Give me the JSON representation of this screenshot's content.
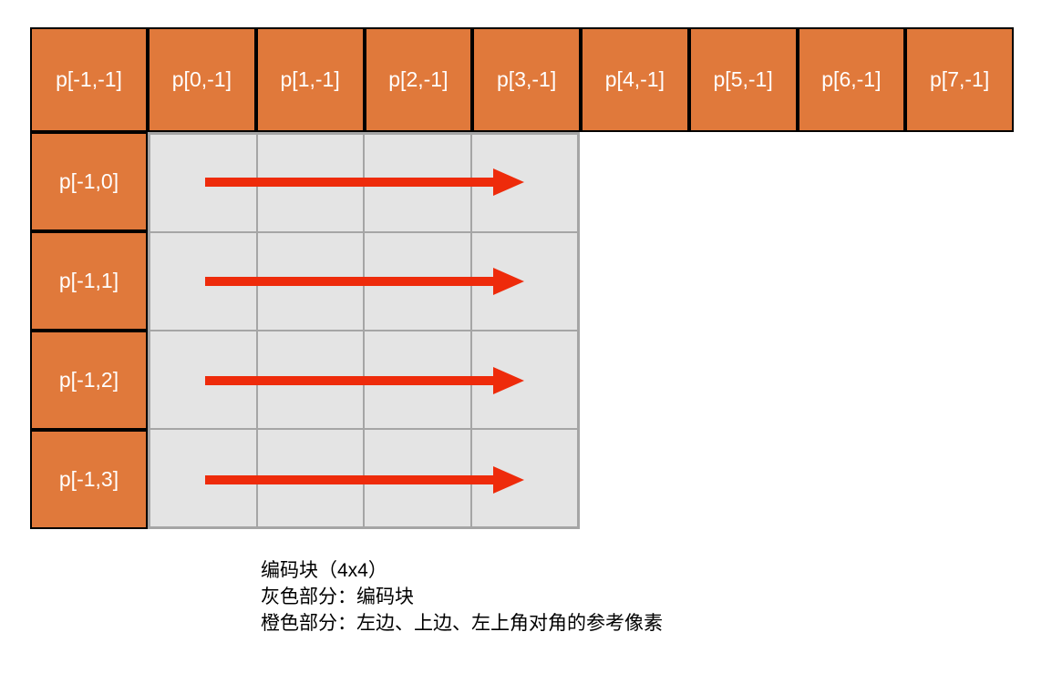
{
  "reference_pixels": {
    "top_row": [
      "p[-1,-1]",
      "p[0,-1]",
      "p[1,-1]",
      "p[2,-1]",
      "p[3,-1]",
      "p[4,-1]",
      "p[5,-1]",
      "p[6,-1]",
      "p[7,-1]"
    ],
    "left_column": [
      "p[-1,0]",
      "p[-1,1]",
      "p[-1,2]",
      "p[-1,3]"
    ]
  },
  "coding_block": {
    "rows": 4,
    "cols": 4,
    "arrow_count": 4,
    "arrow_direction": "right"
  },
  "caption": {
    "lines": [
      "编码块（4x4）",
      "灰色部分：编码块",
      "橙色部分：左边、上边、左上角对角的参考像素"
    ]
  },
  "colors": {
    "orange": "#E0793B",
    "gray": "#E4E4E4",
    "grid-line": "#A5A5A5",
    "arrow": "#EE2B0B",
    "border": "#000000",
    "label-text": "#FFFFFF",
    "caption-text": "#000000"
  }
}
